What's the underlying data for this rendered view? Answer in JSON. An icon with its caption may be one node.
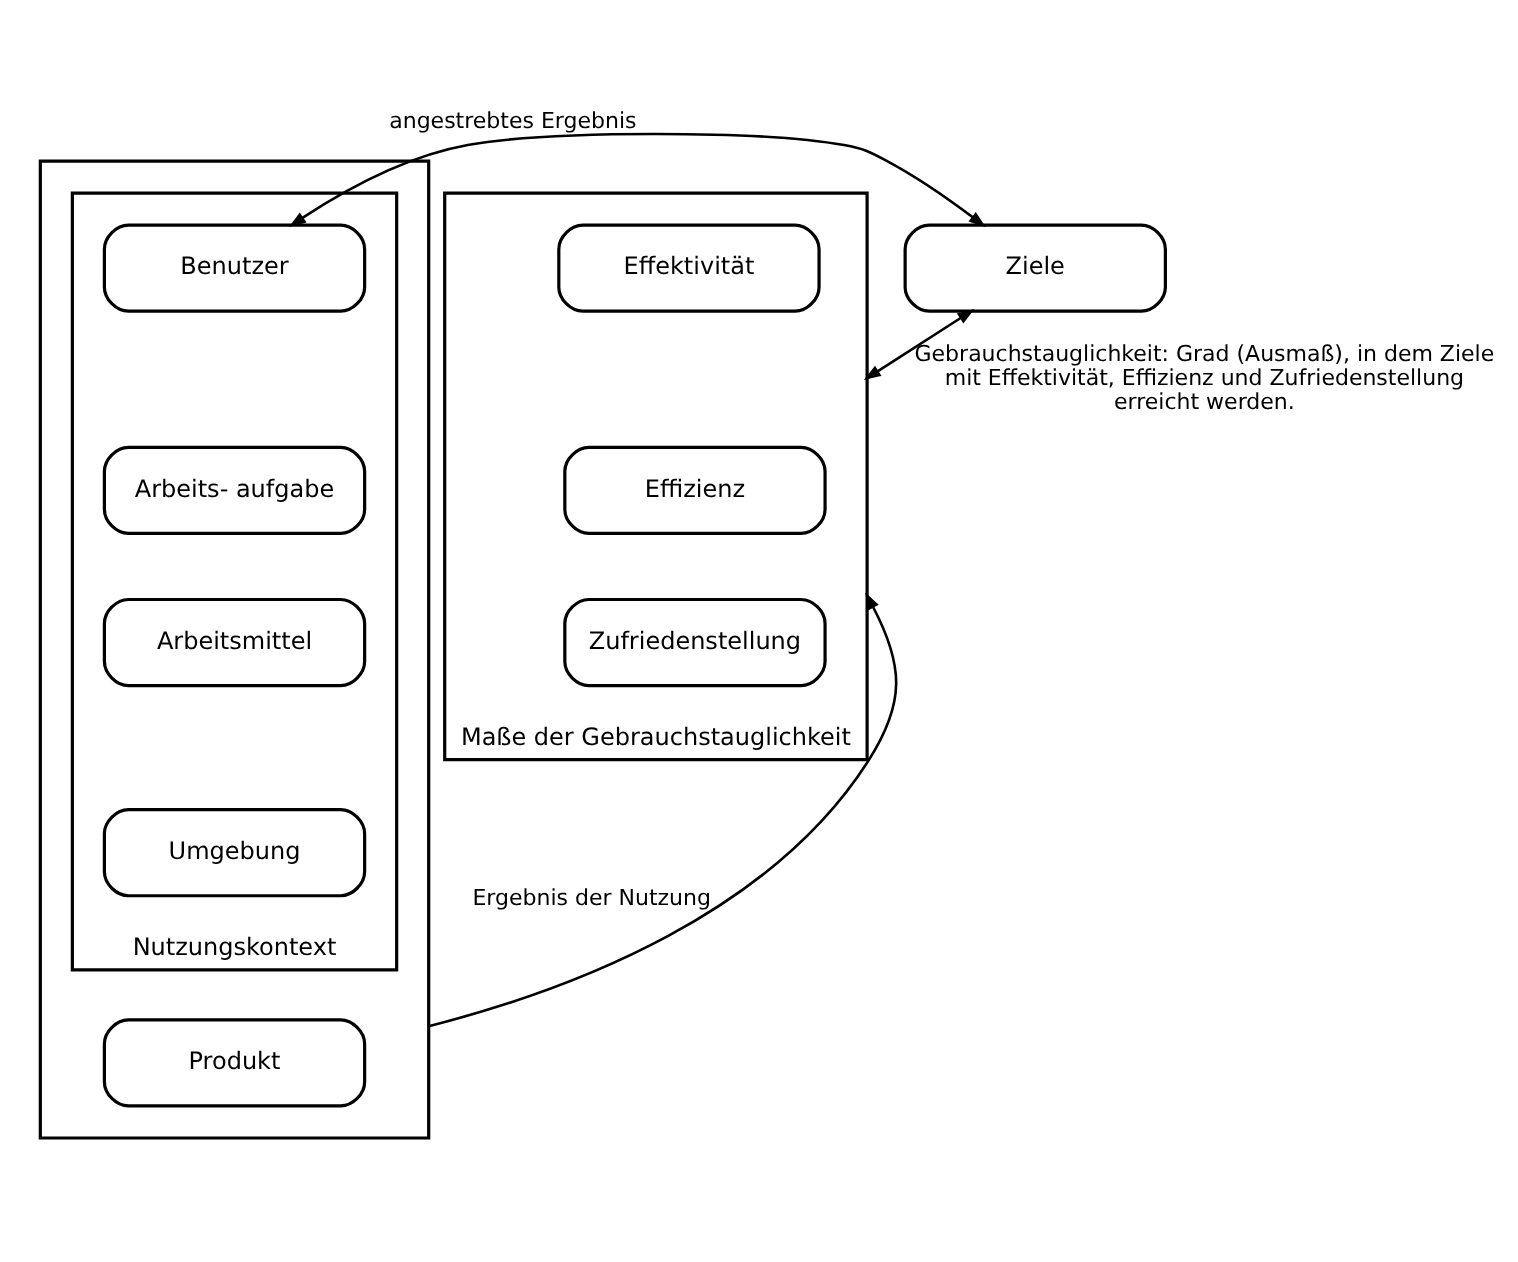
{
  "diagram": {
    "nodes": [
      {
        "text": [],
        "shape": "box"
      },
      {
        "text": [
          "Nutzungskontext"
        ],
        "in": 0
      },
      {
        "text": [
          "Benutzer"
        ],
        "in": 1
      },
      {
        "text": [
          "Arbeits- aufgabe"
        ],
        "in": 1
      },
      {
        "text": [
          "Arbeitsmittel"
        ],
        "in": 1
      },
      {
        "text": [
          "Umgebung"
        ],
        "in": 1
      },
      {
        "text": [
          "Produkt"
        ],
        "in": 0
      },
      {
        "text": [
          "Ziele"
        ]
      },
      {
        "text": [
          "Maße der Gebrauchstauglichkeit"
        ]
      },
      {
        "text": [
          "Effektivität"
        ],
        "in": 8
      },
      {
        "text": [
          "Effizienz"
        ],
        "in": 8
      },
      {
        "text": [
          "Zufriedenstellung"
        ],
        "in": 8
      }
    ],
    "edges": [
      {
        "from": 2,
        "to": 7,
        "arrow": "both",
        "label": "angestrebtes Ergebnis"
      },
      {
        "from": 7,
        "to": 8,
        "arrow": "both",
        "label": "Gebrauchstauglichkeit: Grad (Ausmaß), in dem Ziele mit Effektivität, Effizienz und Zufriedenstellung erreicht werden."
      },
      {
        "from": 0,
        "to": 8,
        "arrow": "to",
        "label": "Ergebnis der Nutzung"
      }
    ]
  }
}
